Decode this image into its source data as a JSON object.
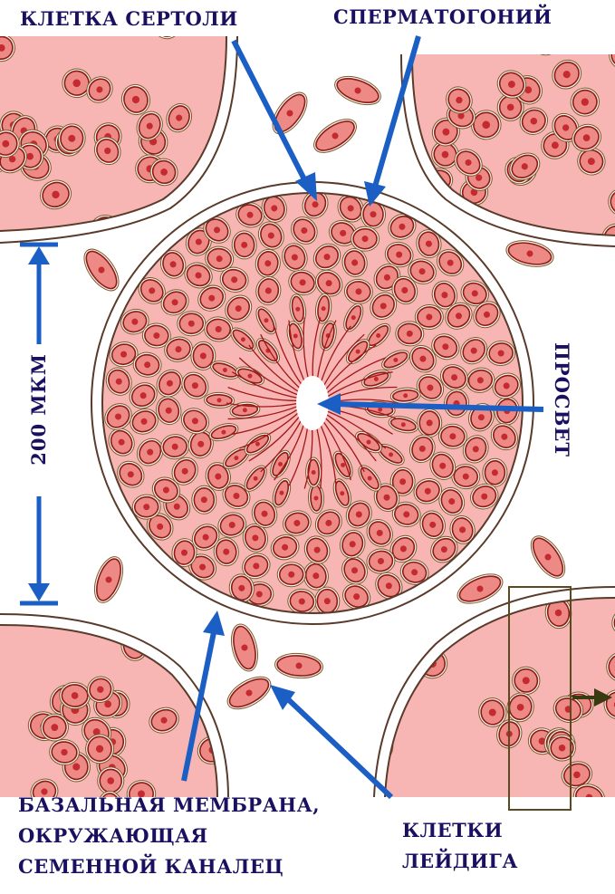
{
  "labels": {
    "sertoli": "КЛЕТКА СЕРТОЛИ",
    "spermatogonium": "СПЕРМАТОГОНИЙ",
    "lumen": "ПРОСВЕТ",
    "scale": "200 МКМ",
    "basal_line1": "БАЗАЛЬНАЯ МЕМБРАНА,",
    "basal_line2": "ОКРУЖАЮЩАЯ",
    "basal_line3": "СЕМЕННОЙ КАНАЛЕЦ",
    "leydig_line1": "КЛЕТКИ",
    "leydig_line2": "ЛЕЙДИГА"
  },
  "colors": {
    "label_text": "#1a1060",
    "arrow": "#1b5fc4",
    "tissue_fill": "#f7b6b4",
    "cell_fill": "#ee8a86",
    "cell_outline": "#8b1a1a",
    "nucleus": "#c52a30",
    "membrane": "#5a3a2a"
  }
}
